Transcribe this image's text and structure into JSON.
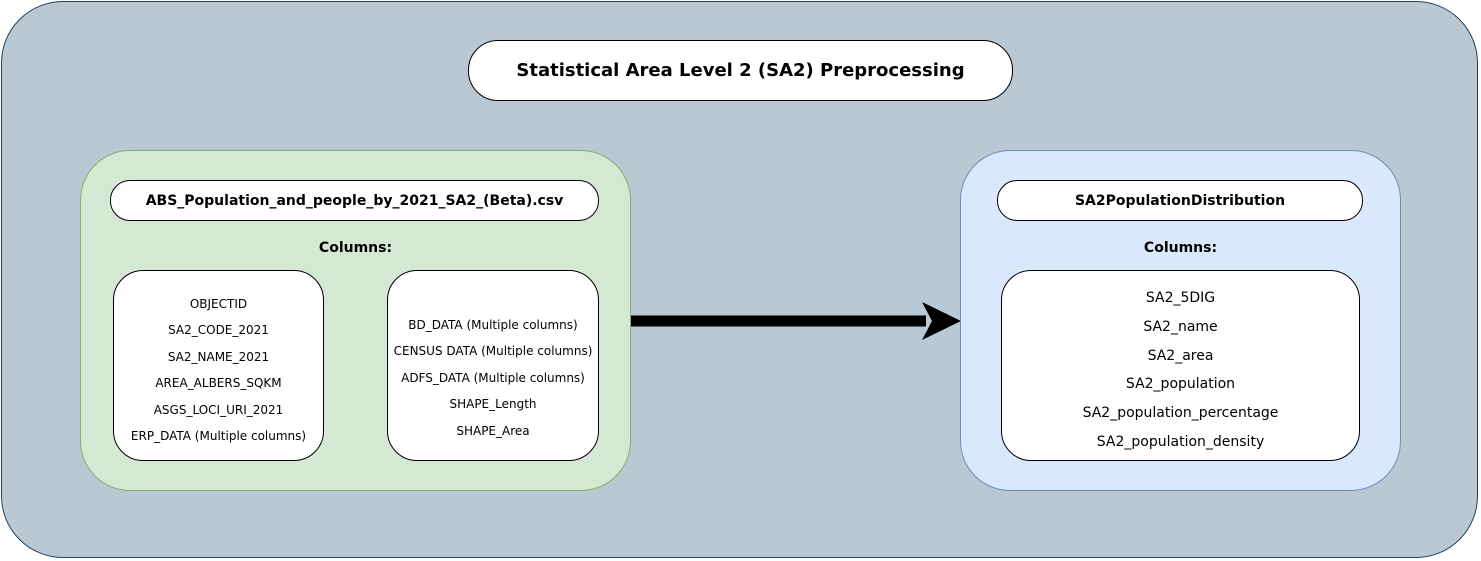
{
  "title": "Statistical Area Level 2 (SA2) Preprocessing",
  "source": {
    "file_name": "ABS_Population_and_people_by_2021_SA2_(Beta).csv",
    "columns_label": "Columns:",
    "columns_group_1": [
      "OBJECTID",
      "SA2_CODE_2021",
      "SA2_NAME_2021",
      "AREA_ALBERS_SQKM",
      "ASGS_LOCI_URI_2021",
      "ERP_DATA (Multiple columns)"
    ],
    "columns_group_2": [
      "BD_DATA (Multiple columns)",
      "CENSUS DATA (Multiple columns)",
      "ADFS_DATA (Multiple columns)",
      "SHAPE_Length",
      "SHAPE_Area"
    ],
    "fill_color": "#d5e8d4",
    "border_color": "#82b366"
  },
  "target": {
    "table_name": "SA2PopulationDistribution",
    "columns_label": "Columns:",
    "columns": [
      "SA2_5DIG",
      "SA2_name",
      "SA2_area",
      "SA2_population",
      "SA2_population_percentage",
      "SA2_population_density"
    ],
    "fill_color": "#dae8fc",
    "border_color": "#6c8ebf"
  },
  "background_color": "#bac8d3",
  "arrow": {
    "from": "source",
    "to": "target",
    "color": "#000000"
  }
}
